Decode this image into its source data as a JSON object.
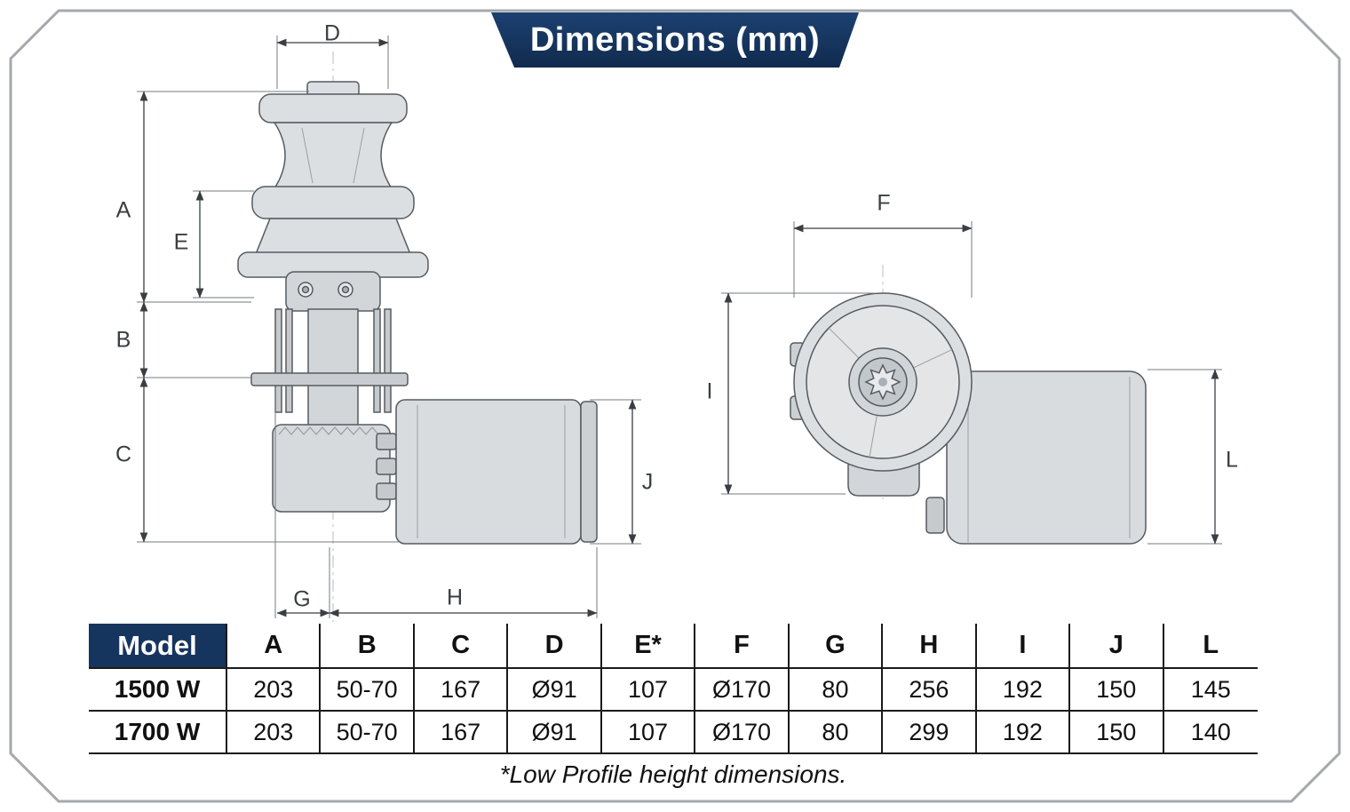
{
  "banner": {
    "title": "Dimensions (mm)"
  },
  "dims": {
    "A": "A",
    "B": "B",
    "C": "C",
    "D": "D",
    "E": "E",
    "F": "F",
    "G": "G",
    "H": "H",
    "I": "I",
    "J": "J",
    "L": "L"
  },
  "table": {
    "headers": [
      "Model",
      "A",
      "B",
      "C",
      "D",
      "E*",
      "F",
      "G",
      "H",
      "I",
      "J",
      "L"
    ],
    "rows": [
      {
        "model": "1500 W",
        "values": [
          "203",
          "50-70",
          "167",
          "Ø91",
          "107",
          "Ø170",
          "80",
          "256",
          "192",
          "150",
          "145"
        ]
      },
      {
        "model": "1700 W",
        "values": [
          "203",
          "50-70",
          "167",
          "Ø91",
          "107",
          "Ø170",
          "80",
          "299",
          "192",
          "150",
          "140"
        ]
      }
    ]
  },
  "footnote": "*Low Profile height dimensions.",
  "colors": {
    "banner_bg": "#16355e",
    "banner_text": "#ffffff",
    "table_header_bg": "#16355e",
    "table_line": "#1a1a1a",
    "drawing_fill": "#dcdfe2",
    "drawing_stroke": "#565b60",
    "dimension_line": "#3a3e42"
  }
}
